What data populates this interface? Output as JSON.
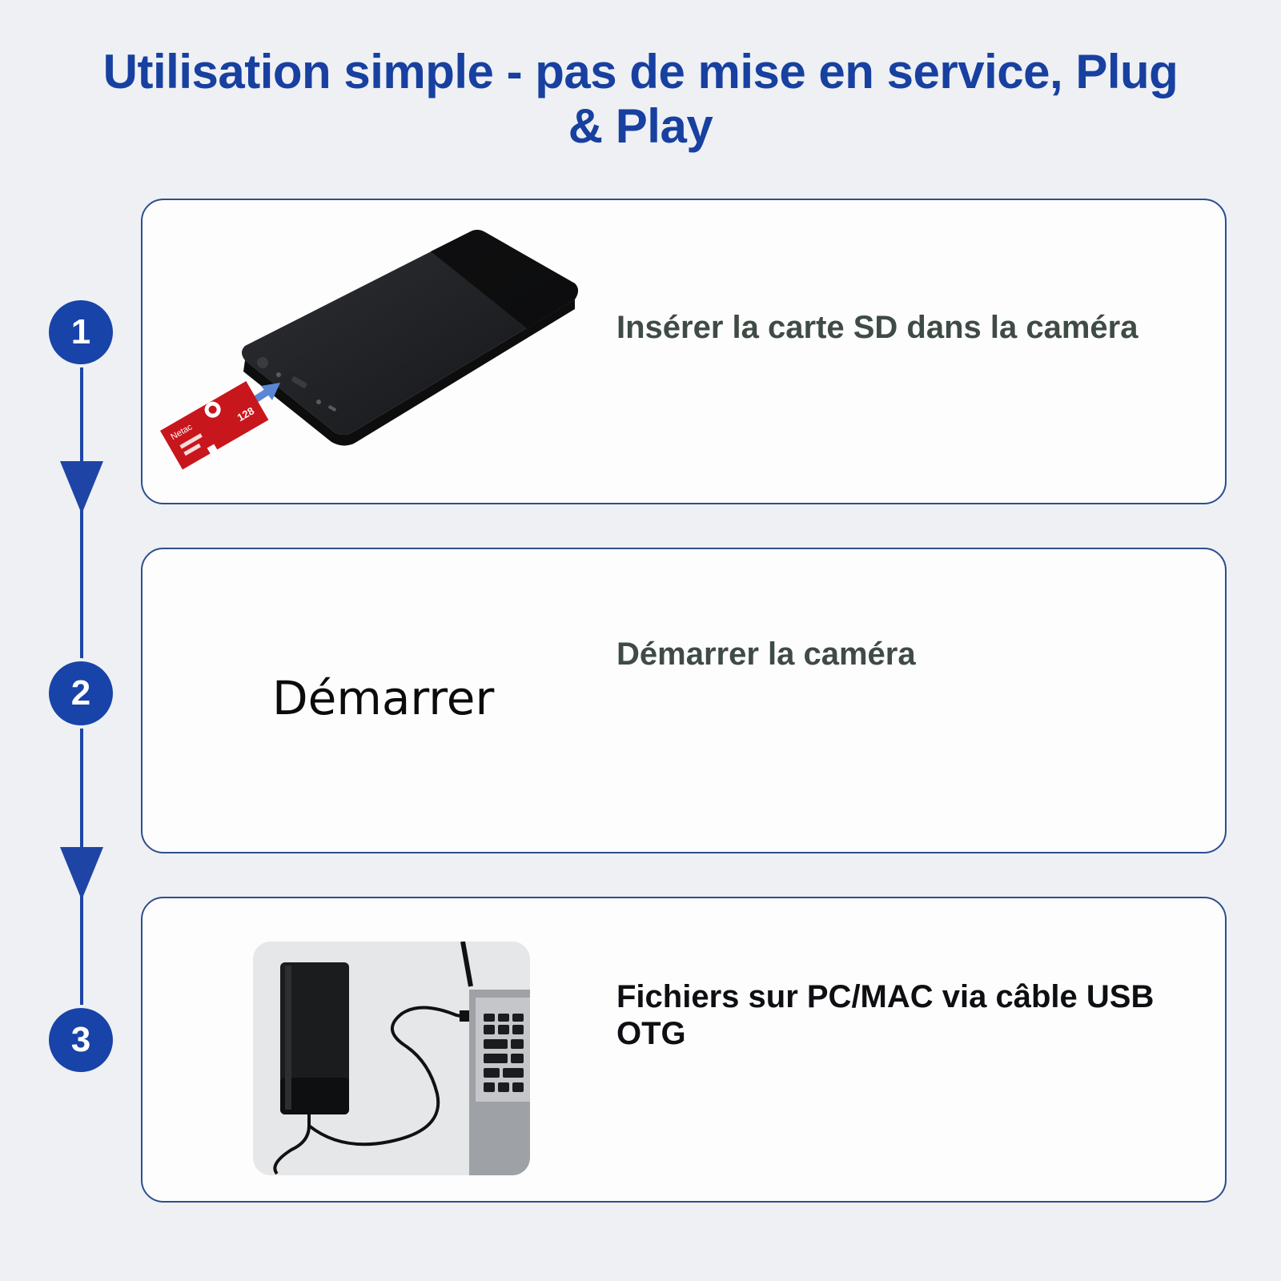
{
  "title": "Utilisation simple - pas de mise en service, Plug & Play",
  "colors": {
    "accent": "#1843a8",
    "card_border": "#2d4f8e",
    "sd_card": "#c8161d"
  },
  "steps": [
    {
      "number": "1",
      "text": "Insérer la carte SD dans la caméra"
    },
    {
      "number": "2",
      "text": "Démarrer la caméra",
      "image_word": "Démarrer"
    },
    {
      "number": "3",
      "text": "Fichiers sur PC/MAC via câble USB OTG"
    }
  ],
  "sd_card": {
    "brand": "Netac",
    "capacity": "128"
  }
}
